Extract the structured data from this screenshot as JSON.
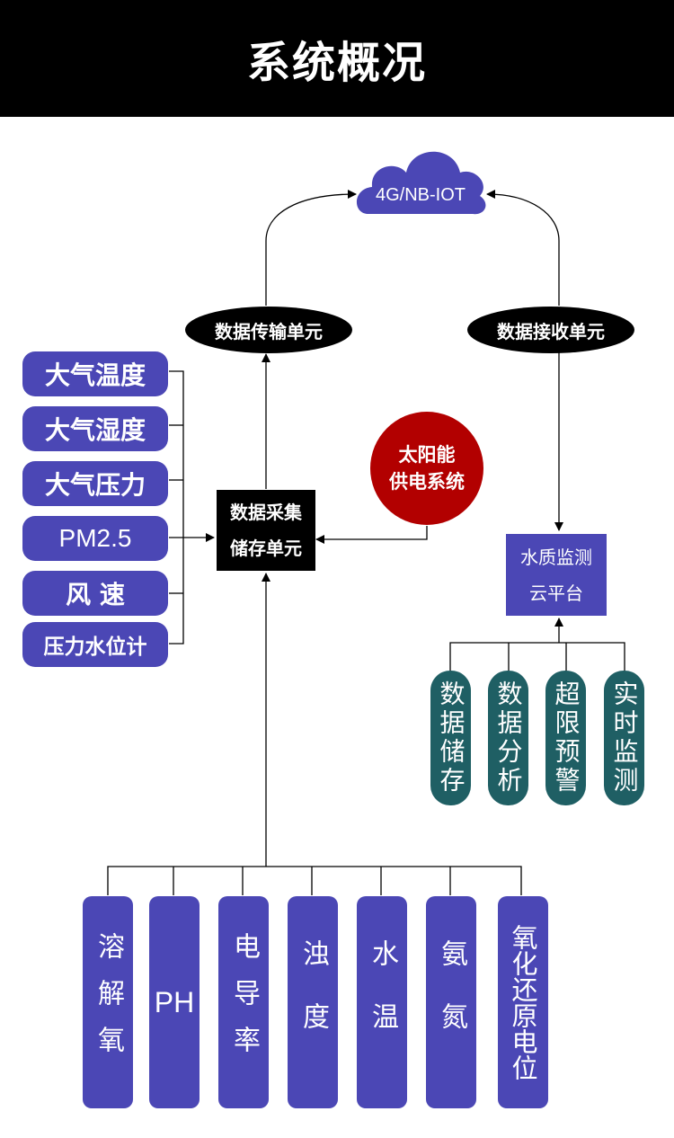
{
  "header": {
    "title": "系统概况"
  },
  "network": {
    "label": "4G/NB-IOT"
  },
  "transmit_unit": {
    "label": "数据传输单元"
  },
  "receive_unit": {
    "label": "数据接收单元"
  },
  "atmo_sensors": [
    "大气温度",
    "大气湿度",
    "大气压力",
    "PM2.5",
    "风 速",
    "压力水位计"
  ],
  "collector": {
    "line1": "数据采集",
    "line2": "储存单元"
  },
  "solar": {
    "line1": "太阳能",
    "line2": "供电系统"
  },
  "platform": {
    "line1": "水质监测",
    "line2": "云平台"
  },
  "features": [
    "数据储存",
    "数据分析",
    "超限预警",
    "实时监测"
  ],
  "water_sensors": [
    "溶解氧",
    "PH",
    "电导率",
    "浊度",
    "水温",
    "氨氮",
    "氧化还原电位"
  ],
  "colors": {
    "header_bg": "#000000",
    "purple": "#4b47b5",
    "teal": "#1f5f64",
    "solar_red": "#b20000"
  }
}
